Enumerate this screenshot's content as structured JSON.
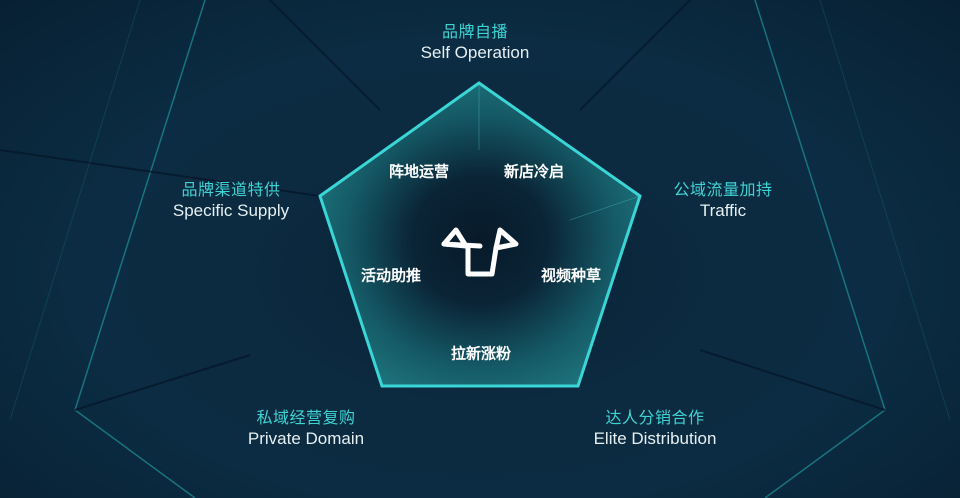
{
  "colors": {
    "accent": "#3fd4d4",
    "pentagon_stroke": "#3ad6d6",
    "background": "#0b2c42",
    "text_light": "#e6f0f2"
  },
  "center_logo": {
    "icon": "bull-head-icon"
  },
  "outer_items": [
    {
      "id": "top",
      "zh": "品牌自播",
      "en": "Self Operation"
    },
    {
      "id": "right",
      "zh": "公域流量加持",
      "en": "Traffic"
    },
    {
      "id": "bottom-right",
      "zh": "达人分销合作",
      "en": "Elite Distribution"
    },
    {
      "id": "bottom-left",
      "zh": "私域经营复购",
      "en": "Private Domain"
    },
    {
      "id": "left",
      "zh": "品牌渠道特供",
      "en": "Specific Supply"
    }
  ],
  "inner_items": [
    {
      "id": "top-left",
      "label": "阵地运营"
    },
    {
      "id": "top-right",
      "label": "新店冷启"
    },
    {
      "id": "right",
      "label": "视频种草"
    },
    {
      "id": "bottom",
      "label": "拉新涨粉"
    },
    {
      "id": "left",
      "label": "活动助推"
    }
  ]
}
